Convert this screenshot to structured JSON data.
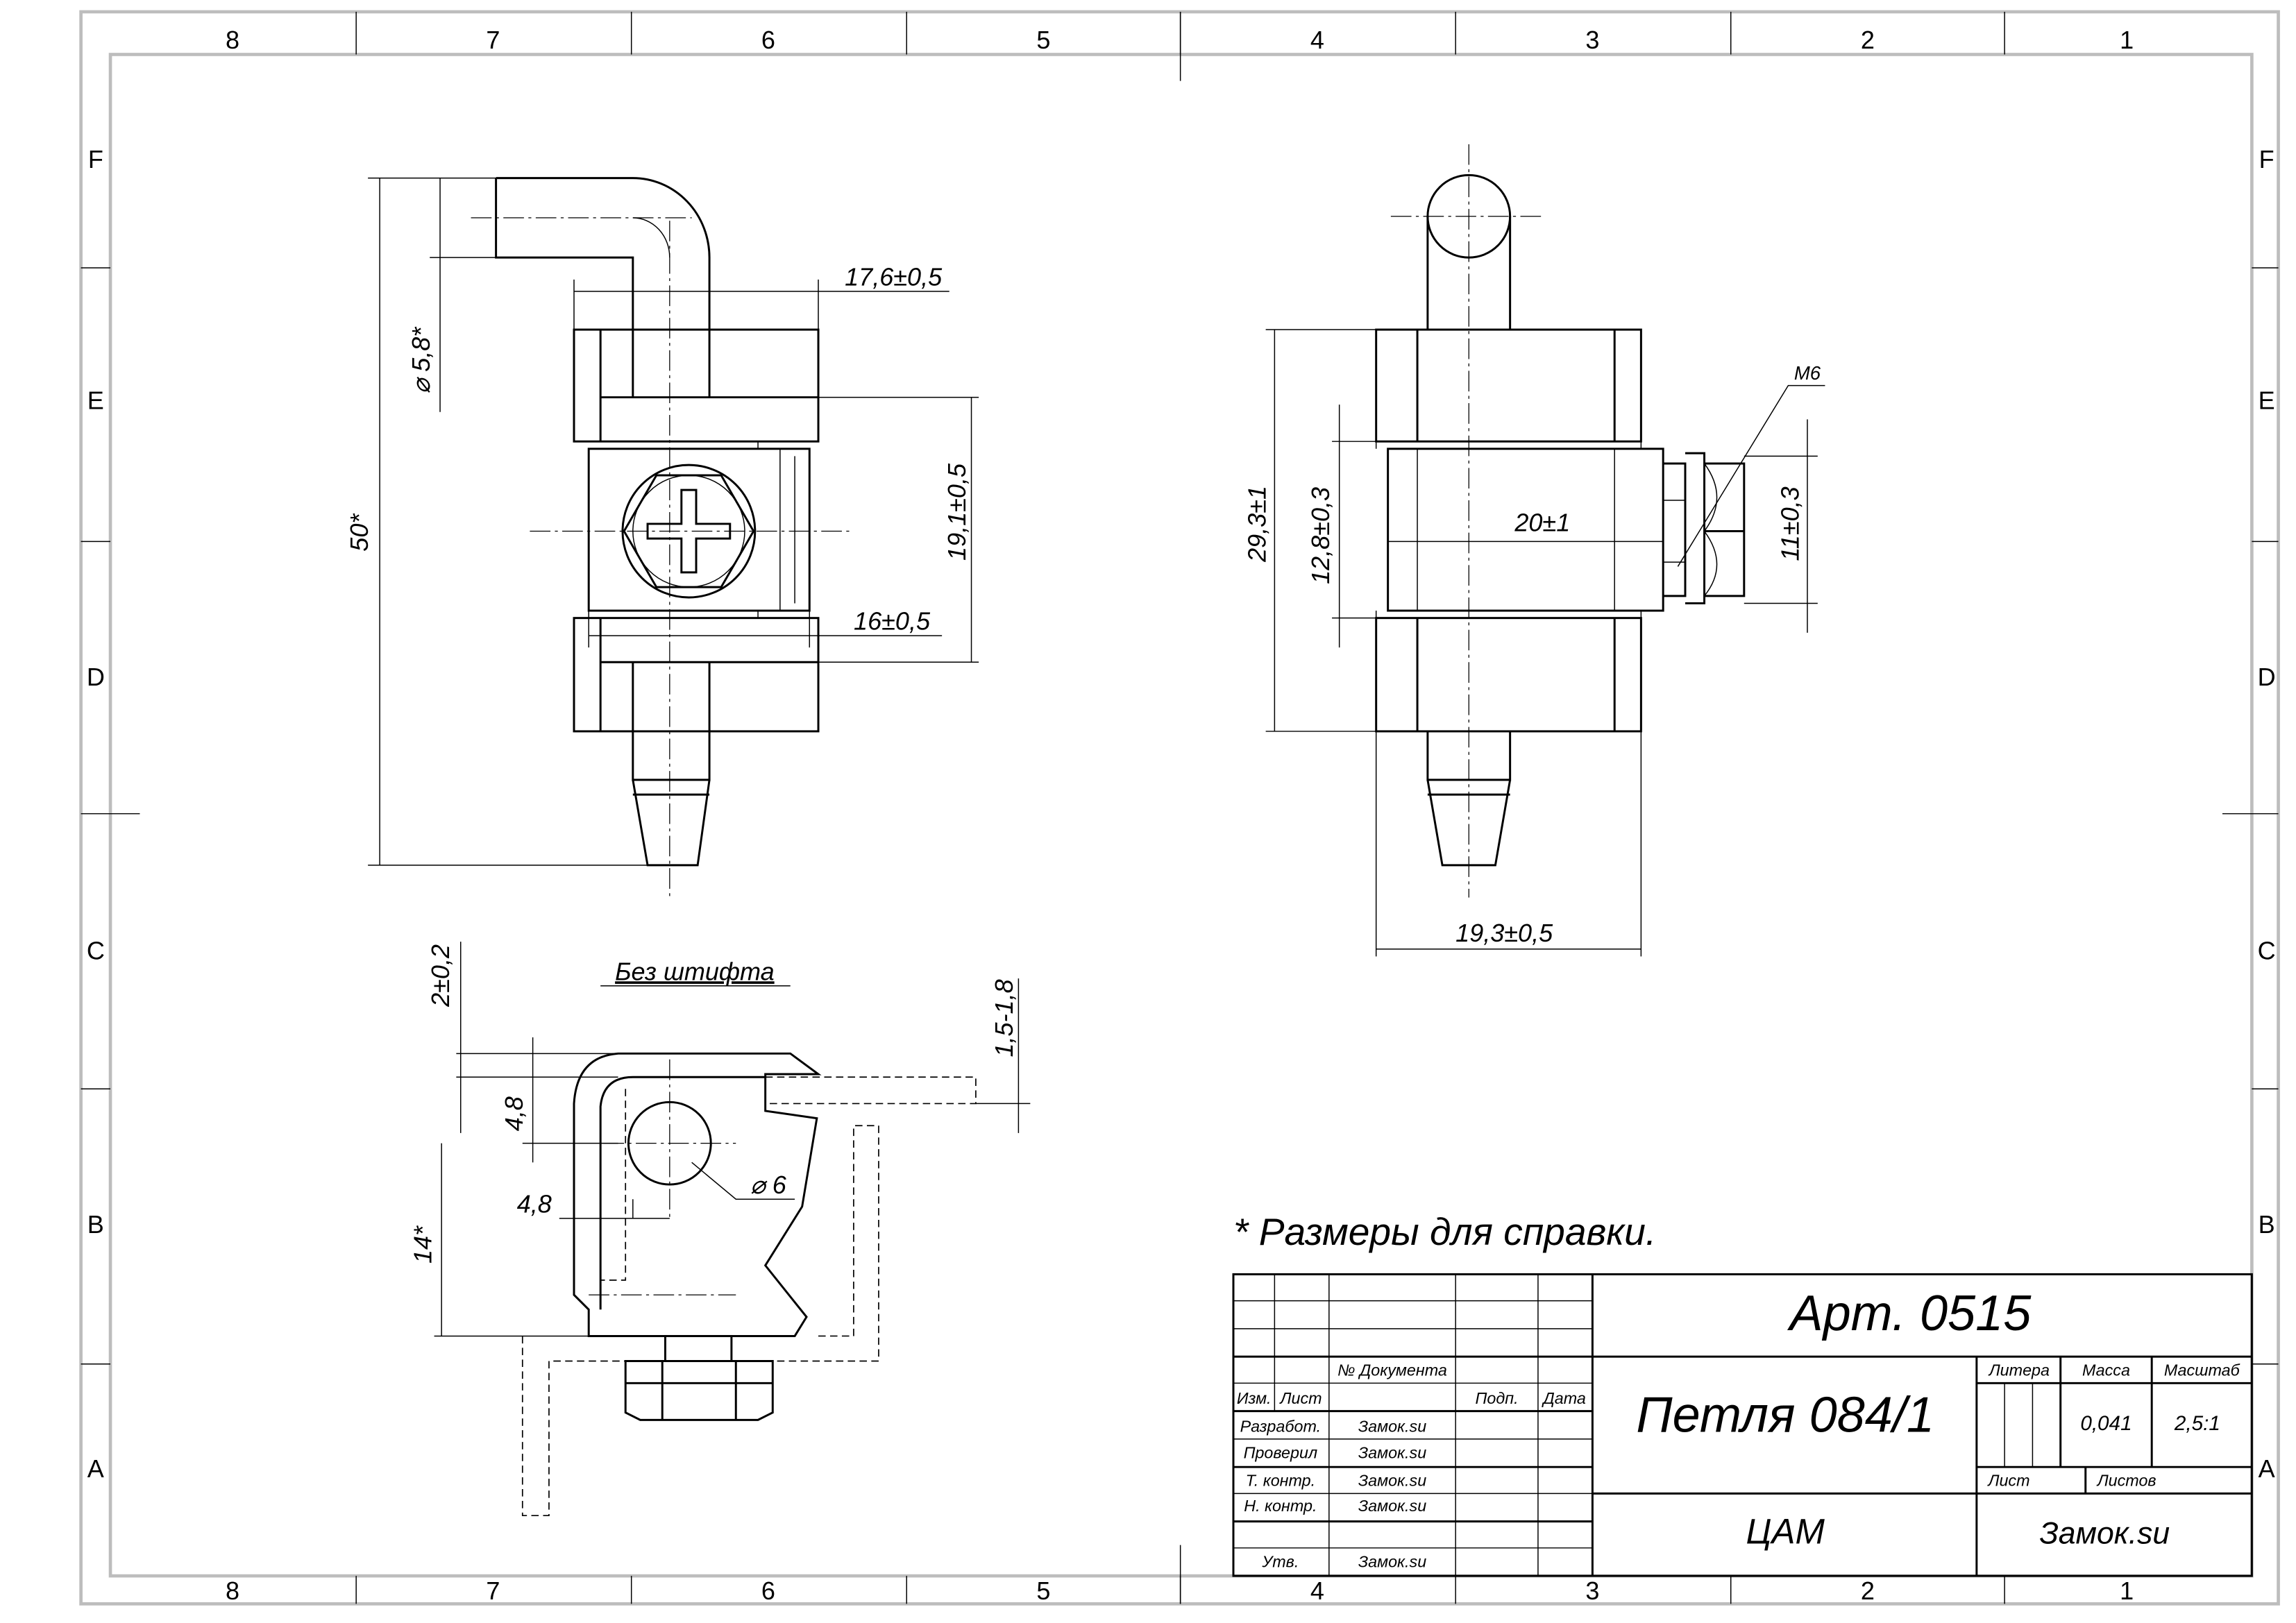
{
  "frame": {
    "columns": [
      "8",
      "7",
      "6",
      "5",
      "4",
      "3",
      "2",
      "1"
    ],
    "rows": [
      "F",
      "E",
      "D",
      "C",
      "B",
      "A"
    ]
  },
  "view_front": {
    "dims": {
      "overall": "50*",
      "pin_dia": "⌀ 5,8*",
      "width_top": "17,6±0,5",
      "height_mid": "19,1±0,5",
      "width_mid": "16±0,5"
    }
  },
  "view_side": {
    "dims": {
      "overall": "29,3±1",
      "mid": "12,8±0,3",
      "length": "20±1",
      "nut": "11±0,3",
      "thread": "M6",
      "width": "19,3±0,5"
    }
  },
  "view_section": {
    "caption": "Без штифта",
    "dims": {
      "gap": "2±0,2",
      "v48": "4,8",
      "h48": "4,8",
      "h14": "14*",
      "hole": "⌀ 6",
      "range": "1,5-1,8"
    }
  },
  "note": "* Размеры  для  справки.",
  "title_block": {
    "article": "Арт. 0515",
    "name": "Петля 084/1",
    "material": "ЦАМ",
    "company": "Замок.su",
    "doc_no_label": "№ Документа",
    "headers": {
      "izm": "Изм.",
      "list": "Лист",
      "podp": "Подп.",
      "data": "Дата"
    },
    "litera_label": "Литера",
    "mass_label": "Масса",
    "scale_label": "Масштаб",
    "mass": "0,041",
    "scale": "2,5:1",
    "sheet_label": "Лист",
    "sheets_label": "Листов",
    "roles": [
      {
        "role": "Разработ.",
        "name": "Замок.su"
      },
      {
        "role": "Проверил",
        "name": "Замок.su"
      },
      {
        "role": "Т. контр.",
        "name": "Замок.su"
      },
      {
        "role": "Н. контр.",
        "name": "Замок.su"
      },
      {
        "role": "",
        "name": ""
      },
      {
        "role": "Утв.",
        "name": "Замок.su"
      }
    ]
  }
}
